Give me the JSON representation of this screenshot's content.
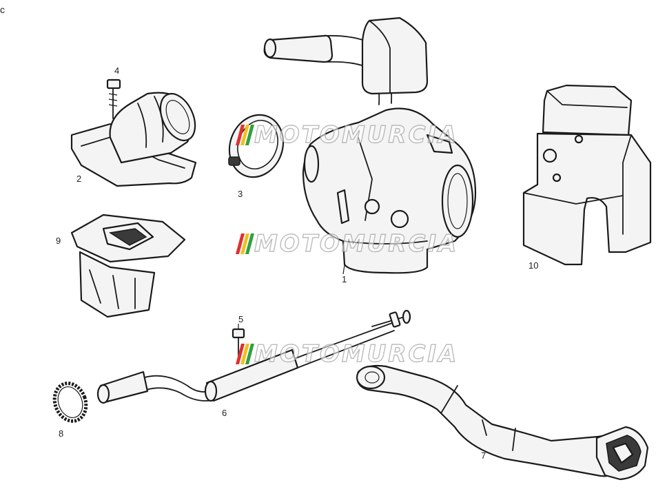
{
  "corner_mark": "c",
  "callouts": [
    {
      "id": "1",
      "label": "1"
    },
    {
      "id": "2",
      "label": "2"
    },
    {
      "id": "3",
      "label": "3"
    },
    {
      "id": "4",
      "label": "4"
    },
    {
      "id": "5",
      "label": "5"
    },
    {
      "id": "6",
      "label": "6"
    },
    {
      "id": "7",
      "label": "7"
    },
    {
      "id": "8",
      "label": "8"
    },
    {
      "id": "9",
      "label": "9"
    },
    {
      "id": "10",
      "label": "10"
    }
  ],
  "watermark": {
    "text": "MOTOMURCIA",
    "stripe_colors": [
      "#e03030",
      "#f0c020",
      "#30a040"
    ]
  }
}
